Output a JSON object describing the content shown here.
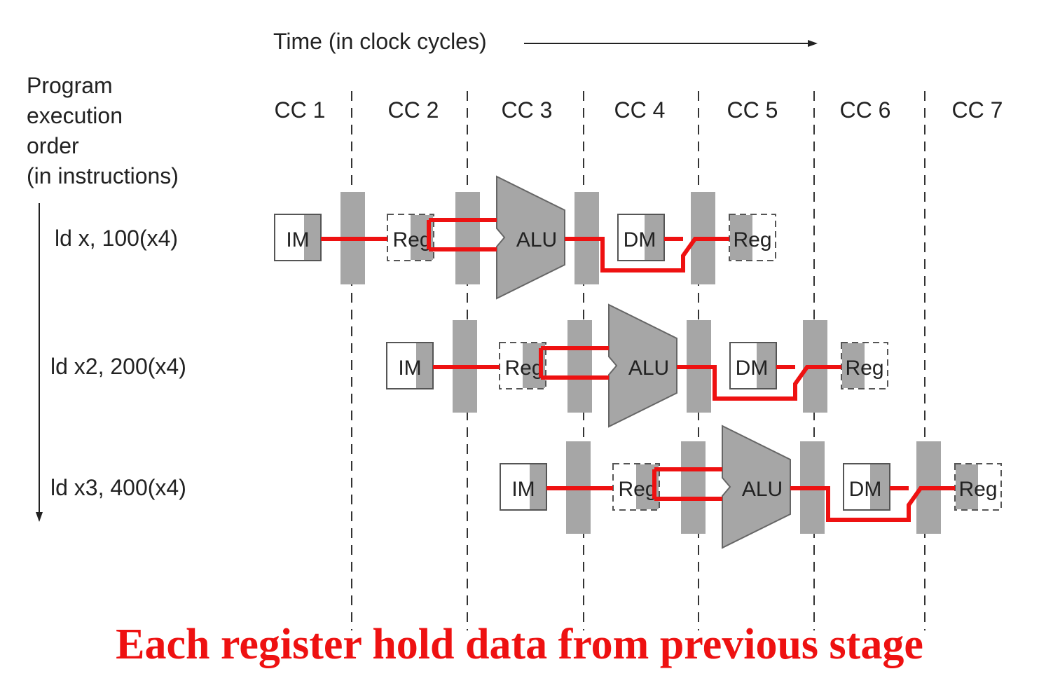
{
  "time_label": "Time (in clock cycles)",
  "order_label": [
    "Program",
    "execution",
    "order",
    "(in instructions)"
  ],
  "clock_cycles": [
    "CC 1",
    "CC 2",
    "CC 3",
    "CC 4",
    "CC 5",
    "CC 6",
    "CC 7"
  ],
  "instructions": [
    "ld x, 100(x4)",
    "ld x2, 200(x4)",
    "ld x3, 400(x4)"
  ],
  "stages": [
    "IM",
    "Reg",
    "ALU",
    "DM",
    "Reg"
  ],
  "caption": "Each register hold data from previous stage",
  "colors": {
    "datapath": "#ee1111",
    "unit": "#a6a6a6",
    "text": "#222222"
  }
}
